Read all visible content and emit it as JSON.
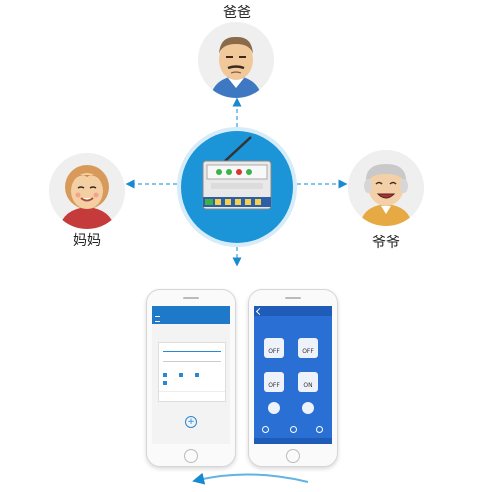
{
  "people": {
    "dad": {
      "name": "爸爸",
      "avatar_icon": "old-man-icon"
    },
    "mom": {
      "name": "妈妈",
      "avatar_icon": "old-woman-icon"
    },
    "grandpa": {
      "name": "爷爷",
      "avatar_icon": "grandpa-icon"
    }
  },
  "device": {
    "icon": "gsm-controller-icon",
    "accent": "#1b94d8"
  },
  "colors": {
    "arrow": "#1a8ad0",
    "arrow_dash": "#5fb4e5",
    "phone_header": "#1e7ac8",
    "app_bg": "#2a6fd3"
  },
  "phone_left": {
    "header_title": "",
    "icons": [
      "back-icon",
      "menu-icon",
      "add-icon"
    ]
  },
  "phone_right": {
    "header_title": "",
    "switches": [
      "OFF",
      "OFF",
      "OFF",
      "ON"
    ],
    "icons": [
      "back-icon",
      "share-icon",
      "clock-icon",
      "settings-icon"
    ]
  }
}
